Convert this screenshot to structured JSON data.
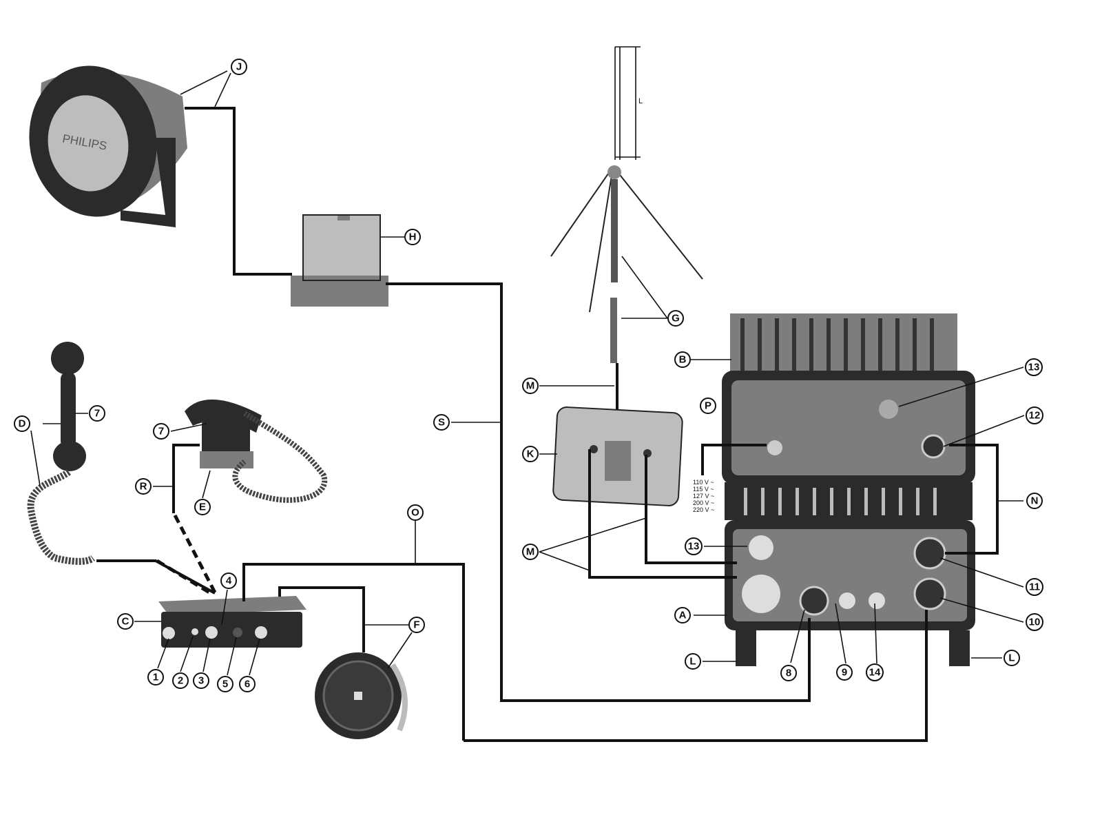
{
  "callouts": {
    "J": "J",
    "H": "H",
    "G": "G",
    "B": "B",
    "M_top": "M",
    "K": "K",
    "S": "S",
    "P": "P",
    "D": "D",
    "seven_a": "7",
    "seven_b": "7",
    "R": "R",
    "E": "E",
    "O": "O",
    "four": "4",
    "C": "C",
    "one": "1",
    "two": "2",
    "three": "3",
    "five": "5",
    "six": "6",
    "F": "F",
    "thirteen_top": "13",
    "twelve": "12",
    "N": "N",
    "thirteen_low": "13",
    "M_low": "M",
    "eleven": "11",
    "A": "A",
    "ten": "10",
    "L_left": "L",
    "L_right": "L",
    "eight": "8",
    "nine": "9",
    "fourteen": "14"
  },
  "antenna_length_label": "L",
  "speaker_brand": "PHILIPS",
  "voltages": [
    "110 V ~",
    "115 V ~",
    "127 V ~",
    "200 V ~",
    "220 V ~"
  ]
}
